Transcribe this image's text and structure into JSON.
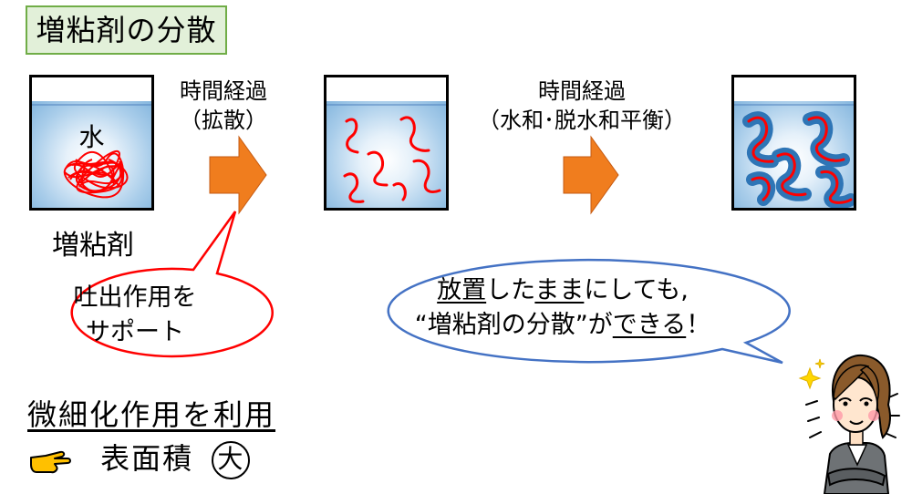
{
  "title": "増粘剤の分散",
  "steps": [
    {
      "label_line1": "時間経過",
      "label_line2": "（拡散）"
    },
    {
      "label_line1": "時間経過",
      "label_line2": "（水和･脱水和平衡）"
    }
  ],
  "beaker1": {
    "water_label": "水",
    "caption": "増粘剤"
  },
  "bubble_left": {
    "line1": "吐出作用を",
    "line2": "サポート"
  },
  "bubble_right": {
    "line1_a": "放置",
    "line1_b": "した",
    "line1_c": "まま",
    "line1_d": "にしても,",
    "line2_a": "“増粘剤の分散”が",
    "line2_b": "できる",
    "line2_c": "！"
  },
  "bottom": {
    "line1": "微細化作用を利用",
    "line2_text": "表面積",
    "line2_circled": "大"
  },
  "colors": {
    "title_bg": "#e2f0d9",
    "title_border": "#70ad47",
    "arrow": "#f07d1e",
    "polymer": "#ff0000",
    "swollen_polymer": "#2e75b6",
    "bubble_left_border": "#ff0000",
    "bubble_right_border": "#4472c4"
  },
  "icons": [
    "pointing-hand-icon",
    "woman-character-icon",
    "sparkle-icon"
  ]
}
